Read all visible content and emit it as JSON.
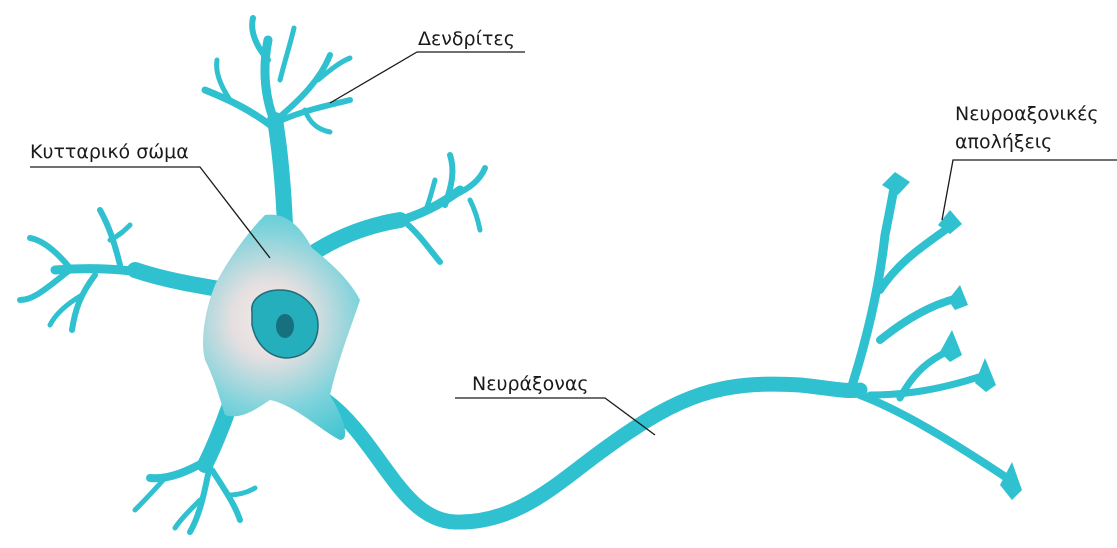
{
  "colors": {
    "neuron_fill": "#2fc1cf",
    "neuron_dark": "#1ba7b6",
    "soma_highlight": "#efe9e6",
    "nucleus_fill": "#25aebb",
    "nucleus_stroke": "#1f6d79",
    "nucleolus_fill": "#17707d",
    "line_color": "#1a1a1a",
    "background": "#ffffff"
  },
  "labels": {
    "dendrites": "Δενδρίτες",
    "cell_body": "Κυτταρικό σώμα",
    "axon": "Νευράξονας",
    "axon_terminals_line1": "Νευροαξονικές",
    "axon_terminals_line2": "απολήξεις"
  }
}
